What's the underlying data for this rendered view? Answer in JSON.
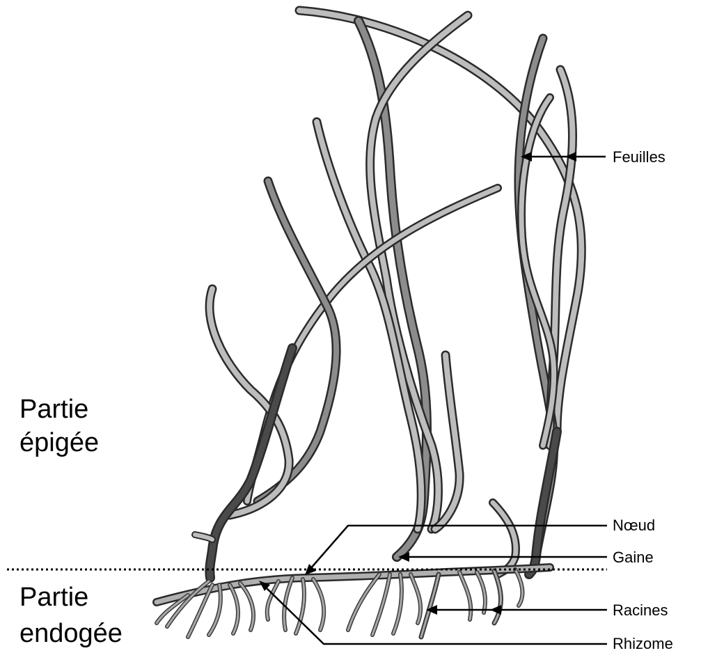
{
  "labels": {
    "aerial_part_line1": "Partie",
    "aerial_part_line2": "épigée",
    "underground_part_line1": "Partie",
    "underground_part_line2": "endogée",
    "leaves": "Feuilles",
    "node": "Nœud",
    "sheath": "Gaine",
    "roots": "Racines",
    "rhizome": "Rhizome"
  },
  "colors": {
    "background": "#ffffff",
    "leaf_light": "#bdbdbd",
    "leaf_dark": "#4a4a4a",
    "ground_line": "#000000"
  }
}
